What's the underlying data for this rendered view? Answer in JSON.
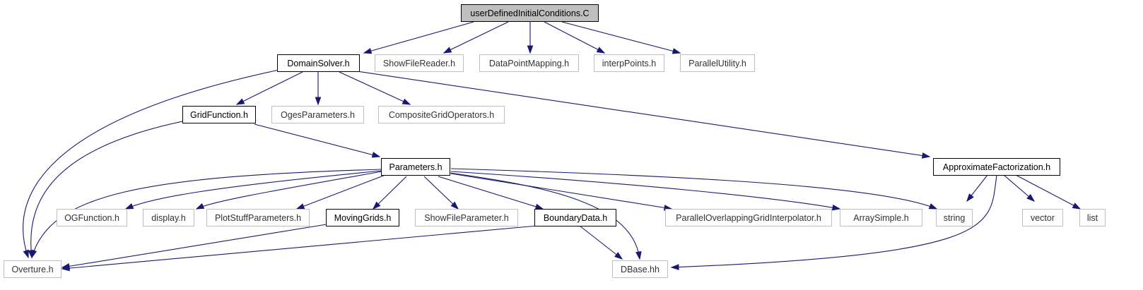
{
  "diagram": {
    "root": "userDefinedInitialConditions.C",
    "nodes": {
      "root": "userDefinedInitialConditions.C",
      "domainsolver": "DomainSolver.h",
      "showfilereader": "ShowFileReader.h",
      "datapointmapping": "DataPointMapping.h",
      "interppoints": "interpPoints.h",
      "parallelutility": "ParallelUtility.h",
      "gridfunction": "GridFunction.h",
      "ogesparameters": "OgesParameters.h",
      "compositegridoperators": "CompositeGridOperators.h",
      "parameters": "Parameters.h",
      "approximatefactorization": "ApproximateFactorization.h",
      "ogfunction": "OGFunction.h",
      "display": "display.h",
      "plotstuffparameters": "PlotStuffParameters.h",
      "movinggrids": "MovingGrids.h",
      "showfileparameter": "ShowFileParameter.h",
      "boundarydata": "BoundaryData.h",
      "paralleloverlapping": "ParallelOverlappingGridInterpolator.h",
      "arraysimple": "ArraySimple.h",
      "string": "string",
      "vector": "vector",
      "list": "list",
      "overture": "Overture.h",
      "dbase": "DBase.hh"
    },
    "edges": [
      [
        "root",
        "domainsolver"
      ],
      [
        "root",
        "showfilereader"
      ],
      [
        "root",
        "datapointmapping"
      ],
      [
        "root",
        "interppoints"
      ],
      [
        "root",
        "parallelutility"
      ],
      [
        "domainsolver",
        "gridfunction"
      ],
      [
        "domainsolver",
        "ogesparameters"
      ],
      [
        "domainsolver",
        "compositegridoperators"
      ],
      [
        "domainsolver",
        "approximatefactorization"
      ],
      [
        "domainsolver",
        "overture"
      ],
      [
        "gridfunction",
        "parameters"
      ],
      [
        "gridfunction",
        "overture"
      ],
      [
        "parameters",
        "overture"
      ],
      [
        "parameters",
        "ogfunction"
      ],
      [
        "parameters",
        "display"
      ],
      [
        "parameters",
        "plotstuffparameters"
      ],
      [
        "parameters",
        "movinggrids"
      ],
      [
        "parameters",
        "showfileparameter"
      ],
      [
        "parameters",
        "boundarydata"
      ],
      [
        "parameters",
        "paralleloverlapping"
      ],
      [
        "parameters",
        "arraysimple"
      ],
      [
        "parameters",
        "string"
      ],
      [
        "parameters",
        "dbase"
      ],
      [
        "approximatefactorization",
        "string"
      ],
      [
        "approximatefactorization",
        "vector"
      ],
      [
        "approximatefactorization",
        "list"
      ],
      [
        "approximatefactorization",
        "dbase"
      ],
      [
        "movinggrids",
        "overture"
      ],
      [
        "boundarydata",
        "overture"
      ],
      [
        "boundarydata",
        "dbase"
      ]
    ],
    "colors": {
      "edge": "#191970",
      "root_fill": "#bfbfbf",
      "internal_border": "#000000",
      "external_border": "#bfbfbf"
    }
  }
}
